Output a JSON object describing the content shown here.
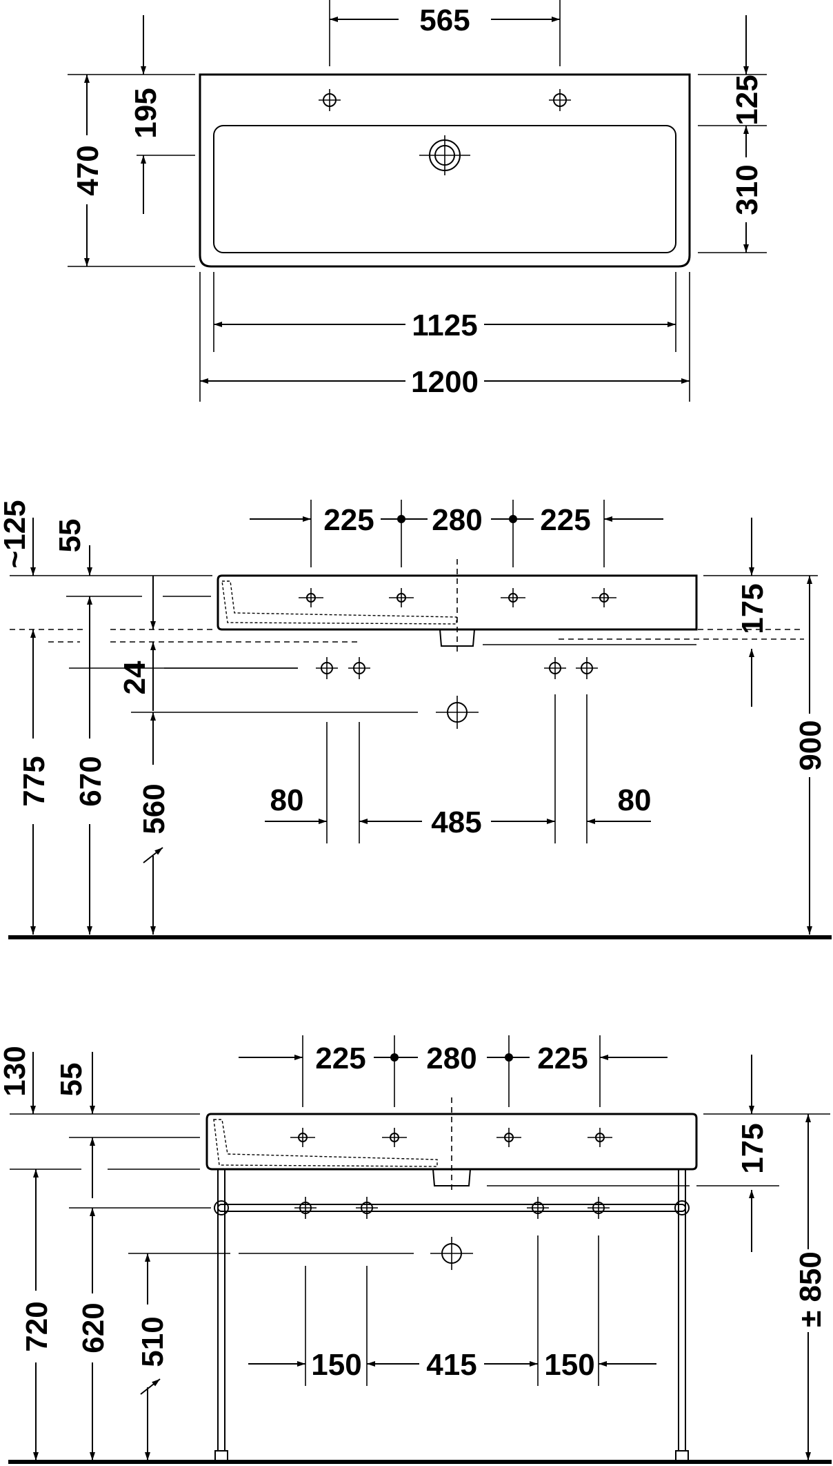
{
  "top_view": {
    "labels": {
      "tap_spacing": "565",
      "tap_offset": "195",
      "depth": "470",
      "rim_front": "125",
      "bowl_depth": "310",
      "bowl_width": "1125",
      "total_width": "1200"
    }
  },
  "front_view_wall": {
    "labels": {
      "hole_a": "225",
      "hole_b": "280",
      "hole_c": "225",
      "top_approx": "~125",
      "rim": "55",
      "height_right": "175",
      "gap": "24",
      "h775": "775",
      "h670": "670",
      "h560": "560",
      "h900": "900",
      "side_left": "80",
      "center": "485",
      "side_right": "80"
    }
  },
  "front_view_stand": {
    "labels": {
      "top": "130",
      "rim": "55",
      "hole_a": "225",
      "hole_b": "280",
      "hole_c": "225",
      "height_right": "175",
      "h720": "720",
      "h620": "620",
      "h510": "510",
      "h850": "± 850",
      "side_left": "150",
      "center": "415",
      "side_right": "150"
    }
  }
}
